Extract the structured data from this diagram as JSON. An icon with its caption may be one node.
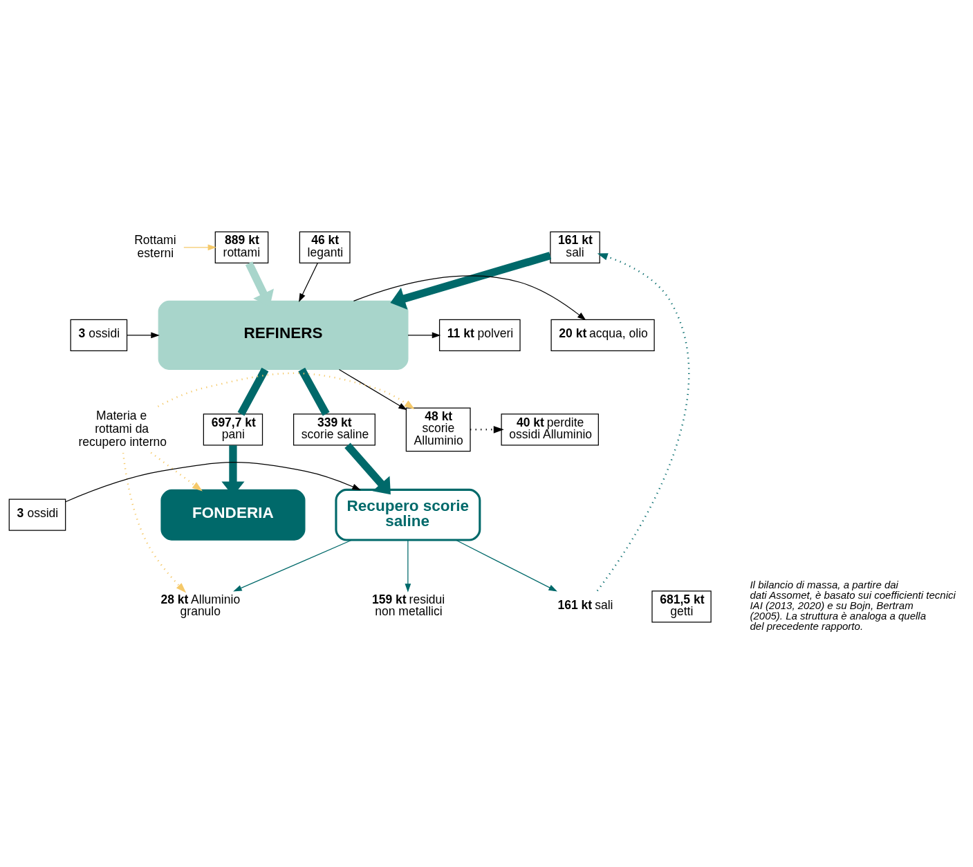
{
  "diagram": {
    "nodes": [
      {
        "text": [
          "Rottami esterni"
        ]
      },
      {
        "text": [
          "**889 kt**",
          "rottami"
        ]
      },
      {
        "text": [
          "**46 kt**",
          "leganti"
        ]
      },
      {
        "text": [
          "**161 kt**",
          "sali"
        ]
      },
      {
        "text": [
          "REFINERS"
        ]
      },
      {
        "text": [
          "**3** ossidi"
        ]
      },
      {
        "text": [
          "**11 kt** polveri"
        ]
      },
      {
        "text": [
          "**20 kt** acqua, olio"
        ]
      },
      {
        "text": [
          "**697,7 kt**",
          "pani"
        ]
      },
      {
        "text": [
          "**339 kt**",
          "scorie saline"
        ]
      },
      {
        "text": [
          "**48 kt**",
          "scorie Alluminio"
        ]
      },
      {
        "text": [
          "**40 kt** perdite ossidi Alluminio"
        ]
      },
      {
        "text": [
          "Materia e rottami da recupero interno"
        ]
      },
      {
        "text": [
          "FONDERIA"
        ]
      },
      {
        "text": [
          "Recupero scorie saline"
        ]
      },
      {
        "text": [
          "**3** ossidi"
        ]
      },
      {
        "text": [
          "**681,5 kt**",
          "getti"
        ]
      },
      {
        "text": [
          "**28 kt** Alluminio granulo"
        ]
      },
      {
        "text": [
          "**161 kt** sali"
        ]
      },
      {
        "text": [
          "**159 kt** residui non metallici"
        ]
      }
    ],
    "edges": [
      {
        "from": 0,
        "to": 1,
        "arrow": "to",
        "color": "#f5c96a"
      },
      {
        "from": 1,
        "to": 4,
        "arrow": "to",
        "style": "thick",
        "color": "#a8d5cb"
      },
      {
        "from": 2,
        "to": 4,
        "arrow": "to",
        "color": "#000000"
      },
      {
        "from": 3,
        "to": 4,
        "arrow": "to",
        "style": "thick",
        "color": "#00696a"
      },
      {
        "from": 5,
        "to": 4,
        "arrow": "to",
        "color": "#000000"
      },
      {
        "from": 4,
        "to": 6,
        "arrow": "to",
        "color": "#000000"
      },
      {
        "from": 4,
        "to": 7,
        "arrow": "to",
        "color": "#000000"
      },
      {
        "from": 4,
        "to": 8,
        "arrow": "none",
        "style": "thick",
        "color": "#00696a"
      },
      {
        "from": 4,
        "to": 10,
        "arrow": "to",
        "color": "#000000"
      },
      {
        "from": 4,
        "to": 9,
        "arrow": "none",
        "style": "thick",
        "color": "#00696a"
      },
      {
        "from": 10,
        "to": 11,
        "arrow": "to",
        "style": "dashed",
        "color": "#000000"
      },
      {
        "from": 12,
        "to": 10,
        "arrow": "to",
        "style": "dashed",
        "color": "#f5c96a"
      },
      {
        "from": 12,
        "to": 13,
        "arrow": "to",
        "style": "dashed",
        "color": "#f5c96a"
      },
      {
        "from": 8,
        "to": 13,
        "arrow": "to",
        "style": "thick",
        "color": "#00696a"
      },
      {
        "from": 9,
        "to": 14,
        "arrow": "to",
        "style": "thick",
        "color": "#00696a"
      },
      {
        "from": 15,
        "to": 14,
        "arrow": "to",
        "color": "#000000"
      },
      {
        "from": 12,
        "to": 17,
        "arrow": "to",
        "style": "dashed",
        "color": "#f5c96a"
      },
      {
        "from": 14,
        "to": 17,
        "arrow": "to",
        "color": "#00696a"
      },
      {
        "from": 14,
        "to": 19,
        "arrow": "to",
        "color": "#00696a"
      },
      {
        "from": 14,
        "to": 18,
        "arrow": "to",
        "color": "#00696a"
      },
      {
        "from": 18,
        "to": 3,
        "arrow": "to",
        "style": "dashed",
        "color": "#00696a"
      }
    ],
    "labels": [
      "Il bilancio di massa, a partire dai dati Assomet, è basato sui coefficienti tecnici IAI (2013, 2020) e su Bojn, Bertram (2005). La struttura è analoga a quella del precedente rapporto."
    ]
  }
}
